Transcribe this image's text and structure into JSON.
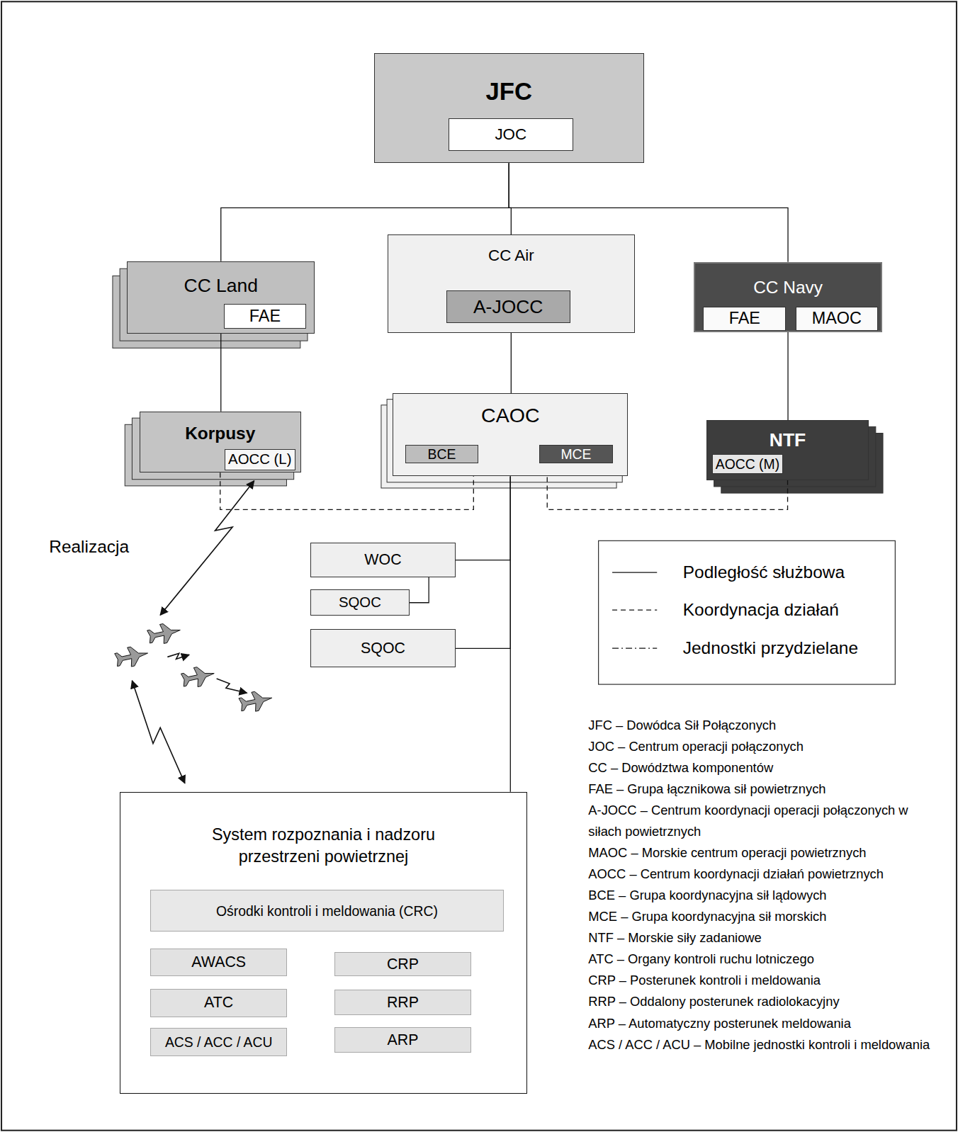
{
  "diagram": {
    "nodes": [
      {
        "text": [
          "JFC"
        ]
      },
      {
        "text": [
          "JOC"
        ],
        "in": 0
      },
      {
        "text": [
          "CC Land"
        ]
      },
      {
        "text": [
          "FAE"
        ],
        "in": 2
      },
      {
        "text": [
          "CC Air"
        ]
      },
      {
        "text": [
          "A-JOCC"
        ],
        "in": 4
      },
      {
        "text": [
          "CC Navy"
        ]
      },
      {
        "text": [
          "FAE"
        ],
        "in": 6
      },
      {
        "text": [
          "MAOC"
        ],
        "in": 6
      },
      {
        "text": [
          "Korpusy"
        ]
      },
      {
        "text": [
          "AOCC (L)"
        ],
        "in": 9
      },
      {
        "text": [
          "CAOC"
        ]
      },
      {
        "text": [
          "BCE"
        ],
        "in": 11
      },
      {
        "text": [
          "MCE"
        ],
        "in": 11
      },
      {
        "text": [
          "NTF"
        ]
      },
      {
        "text": [
          "AOCC (M)"
        ],
        "in": 14
      },
      {
        "text": [
          "WOC"
        ]
      },
      {
        "text": [
          "SQOC"
        ]
      },
      {
        "text": [
          "SQOC"
        ]
      },
      {
        "text": [
          "System rozpoznania i nadzoru przestrzeni powietrznej"
        ]
      },
      {
        "text": [
          "Ośrodki kontroli i meldowania (CRC)"
        ],
        "in": 19
      },
      {
        "text": [
          "AWACS"
        ],
        "in": 19
      },
      {
        "text": [
          "ATC"
        ],
        "in": 19
      },
      {
        "text": [
          "ACS / ACC / ACU"
        ],
        "in": 19
      },
      {
        "text": [
          "CRP"
        ],
        "in": 19
      },
      {
        "text": [
          "RRP"
        ],
        "in": 19
      },
      {
        "text": [
          "ARP"
        ],
        "in": 19
      }
    ],
    "edges": [
      {
        "from": 0,
        "to": 2,
        "arrow": "none"
      },
      {
        "from": 0,
        "to": 4,
        "arrow": "none"
      },
      {
        "from": 0,
        "to": 6,
        "arrow": "none"
      },
      {
        "from": 2,
        "to": 9,
        "arrow": "none"
      },
      {
        "from": 4,
        "to": 11,
        "arrow": "none"
      },
      {
        "from": 6,
        "to": 14,
        "arrow": "none"
      },
      {
        "from": 9,
        "to": 12,
        "arrow": "to"
      },
      {
        "from": 14,
        "to": 13,
        "arrow": "to"
      },
      {
        "from": 11,
        "to": 16,
        "arrow": "none"
      },
      {
        "from": 16,
        "to": 17,
        "arrow": "none"
      },
      {
        "from": 11,
        "to": 18,
        "arrow": "none"
      },
      {
        "from": 11,
        "to": 19,
        "arrow": "none"
      },
      {
        "from": 20,
        "to": 21,
        "arrow": "none"
      },
      {
        "from": 20,
        "to": 22,
        "arrow": "none"
      },
      {
        "from": 20,
        "to": 23,
        "arrow": "none"
      },
      {
        "from": 20,
        "to": 24,
        "arrow": "none"
      },
      {
        "from": 20,
        "to": 25,
        "arrow": "none"
      },
      {
        "from": 20,
        "to": 26,
        "arrow": "none"
      }
    ],
    "labels": [
      "Realizacja",
      "JFC – Dowódca Sił Połączonych",
      "JOC – Centrum operacji połączonych",
      "CC – Dowództwa komponentów",
      "FAE – Grupa łącznikowa sił powietrznych",
      "A-JOCC – Centrum koordynacji operacji połączonych w siłach powietrznych",
      "MAOC – Morskie centrum operacji powietrznych",
      "AOCC – Centrum koordynacji działań powietrznych",
      "BCE – Grupa koordynacyjna sił lądowych",
      "MCE – Grupa koordynacyjna sił morskich",
      "NTF – Morskie siły zadaniowe",
      "ATC – Organy kontroli ruchu lotniczego",
      "CRP – Posterunek kontroli i meldowania",
      "RRP – Oddalony posterunek radiolokacyjny",
      "ARP – Automatyczny posterunek meldowania",
      "ACS / ACC / ACU – Mobilne jednostki kontroli i meldowania"
    ],
    "legend": [
      {
        "text": "Podległość służbowa"
      },
      {
        "text": "Koordynacja działań"
      },
      {
        "text": "Jednostki przydzielane"
      }
    ]
  }
}
